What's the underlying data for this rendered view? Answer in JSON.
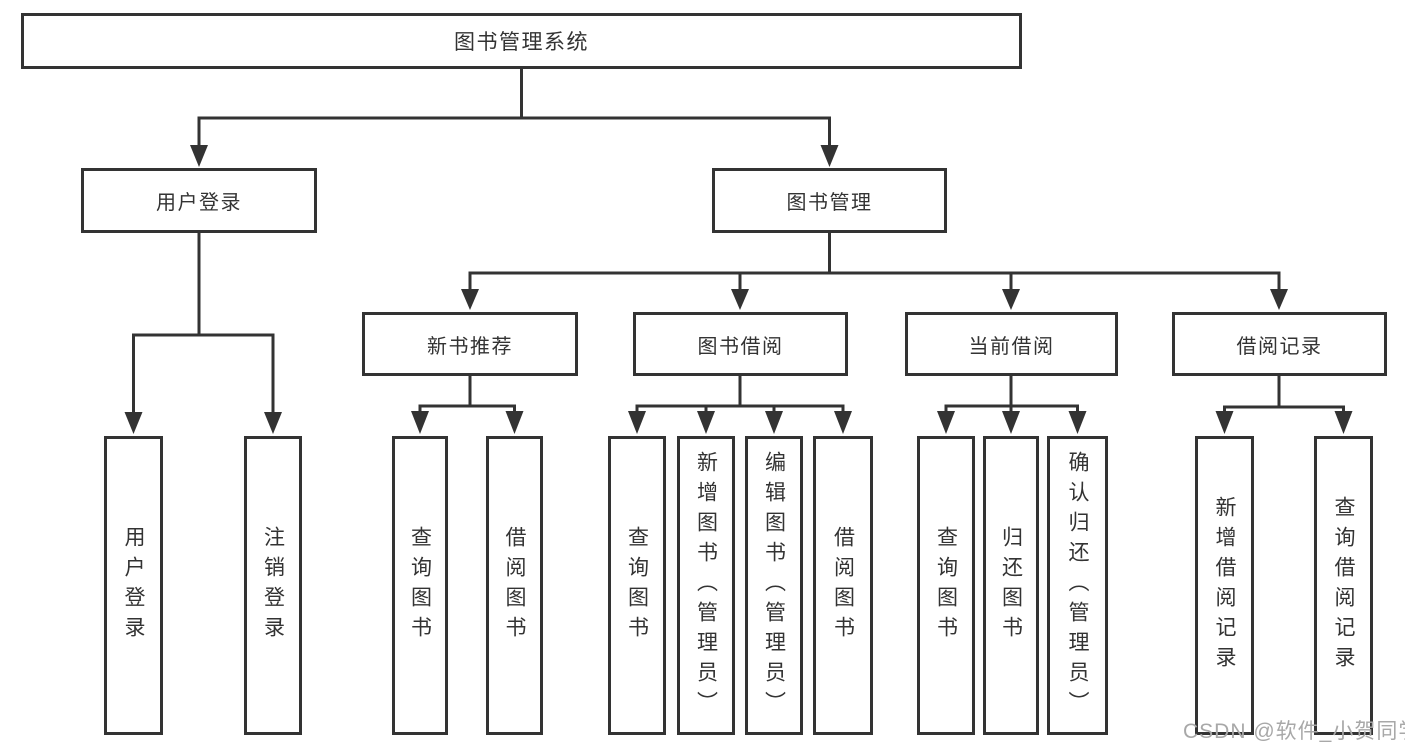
{
  "tree": {
    "label": "图书管理系统",
    "children": [
      {
        "label": "用户登录",
        "children": [
          {
            "label": "用户登录"
          },
          {
            "label": "注销登录"
          }
        ]
      },
      {
        "label": "图书管理",
        "children": [
          {
            "label": "新书推荐",
            "children": [
              {
                "label": "查询图书"
              },
              {
                "label": "借阅图书"
              }
            ]
          },
          {
            "label": "图书借阅",
            "children": [
              {
                "label": "查询图书"
              },
              {
                "label": "新增图书（管理员）"
              },
              {
                "label": "编辑图书（管理员）"
              },
              {
                "label": "借阅图书"
              }
            ]
          },
          {
            "label": "当前借阅",
            "children": [
              {
                "label": "查询图书"
              },
              {
                "label": "归还图书"
              },
              {
                "label": "确认归还（管理员）"
              }
            ]
          },
          {
            "label": "借阅记录",
            "children": [
              {
                "label": "新增借阅记录"
              },
              {
                "label": "查询借阅记录"
              }
            ]
          }
        ]
      }
    ]
  },
  "watermark": "CSDN @软件_小贺同学",
  "colors": {
    "line": "#333333",
    "text": "#333333",
    "watermark": "#a8a8a8"
  }
}
